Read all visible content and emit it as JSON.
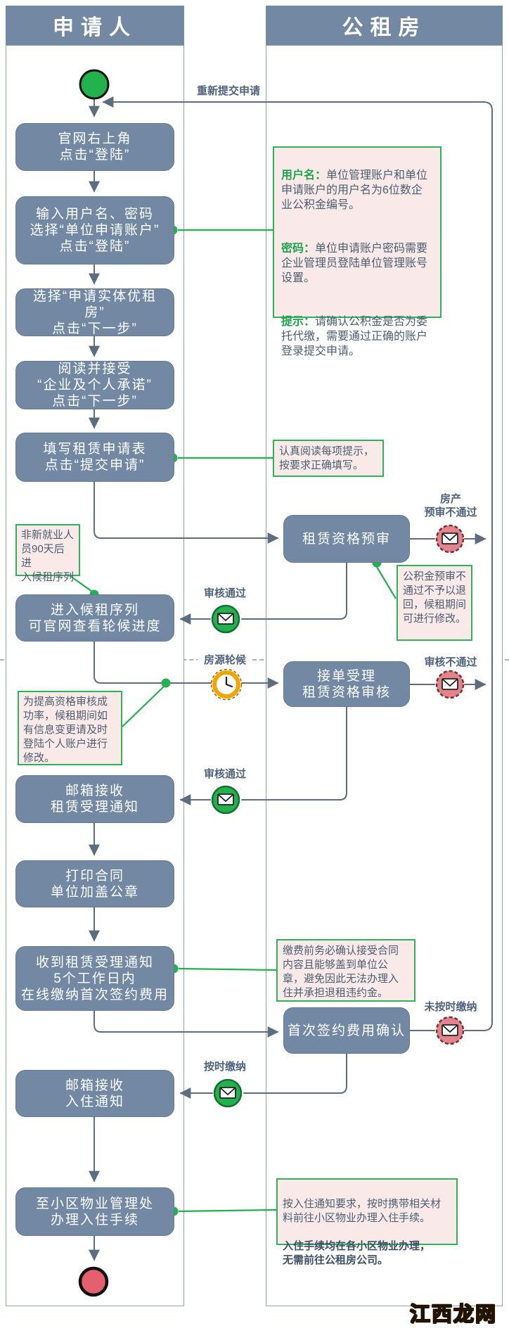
{
  "lanes": {
    "applicant": "申请人",
    "housing": "公租房"
  },
  "applicant_steps": [
    "官网右上角\n点击“登陆”",
    "输入用户名、密码\n选择“单位申请账户”\n点击“登陆”",
    "选择“申请实体优租\n房”\n点击“下一步”",
    "阅读并接受\n“企业及个人承诺”\n点击“下一步”",
    "填写租赁申请表\n点击“提交申请”",
    "进入候租序列\n可官网查看轮候进度",
    "邮箱接收\n租赁受理通知",
    "打印合同\n单位加盖公章",
    "收到租赁受理通知\n5个工作日内\n在线缴纳首次签约费用",
    "邮箱接收\n入住通知",
    "至小区物业管理处\n办理入住手续"
  ],
  "housing_steps": [
    "租赁资格预审",
    "接单受理\n租赁资格审核",
    "首次签约费用确认"
  ],
  "edge_labels": {
    "resubmit": "重新提交申请",
    "property_fail": "房产\n预审不通过",
    "approved1": "审核通过",
    "waiting": "房源轮候",
    "review_fail": "审核不通过",
    "approved2": "审核通过",
    "overdue": "未按时缴纳",
    "paid": "按时缴纳"
  },
  "notes": {
    "login_info": {
      "sections": [
        {
          "label": "用户名：",
          "text": "单位管理账户和单位申请账户的用户名为6位数企业公积金编号。"
        },
        {
          "label": "密码：",
          "text": "单位申请账户密码需要企业管理员登陆单位管理账号设置。"
        },
        {
          "label": "提示：",
          "text": "请确认公积金是否为委托代缴，需要通过正确的账户登录提交申请。"
        }
      ]
    },
    "fill_form": "认真阅读每项提示，\n按要求正确填写。",
    "fund_fail": "公积金预审不\n通过不予以退\n回，候租期间\n可进行修改。",
    "non_new": "非新就业人\n员90天后进\n入候租序列",
    "update_info": "为提高资格审核成\n功率，候租期间如\n有信息变更请及时\n登陆个人账户进行\n修改。",
    "payment": "缴费前务必确认接受合同\n内容且能够盖到单位公\n章，避免因此无法办理入\n住并承担退租违约金。",
    "checkin": {
      "normal": "按入住通知要求，按时携带相关材\n料前往小区物业办理入住手续。",
      "bold": "入住手续均在各小区物业办理，\n无需前往公租房公司。"
    }
  },
  "icons": {
    "start": "start-node",
    "end": "end-node",
    "mail_pass": "envelope-icon-green",
    "mail_fail": "envelope-icon-red",
    "clock": "clock-icon"
  },
  "watermark": "江西龙网",
  "colors": {
    "lane_fill": "#7288a3",
    "flow_line": "#5b6d7e",
    "green": "#22b14c",
    "note_bg": "#f9e9e9",
    "note_border": "#2fb558",
    "red_icon": "#e3838c",
    "clock_ring": "#f2a500",
    "label_text": "#4f627c",
    "watermark": "#f9b233"
  }
}
